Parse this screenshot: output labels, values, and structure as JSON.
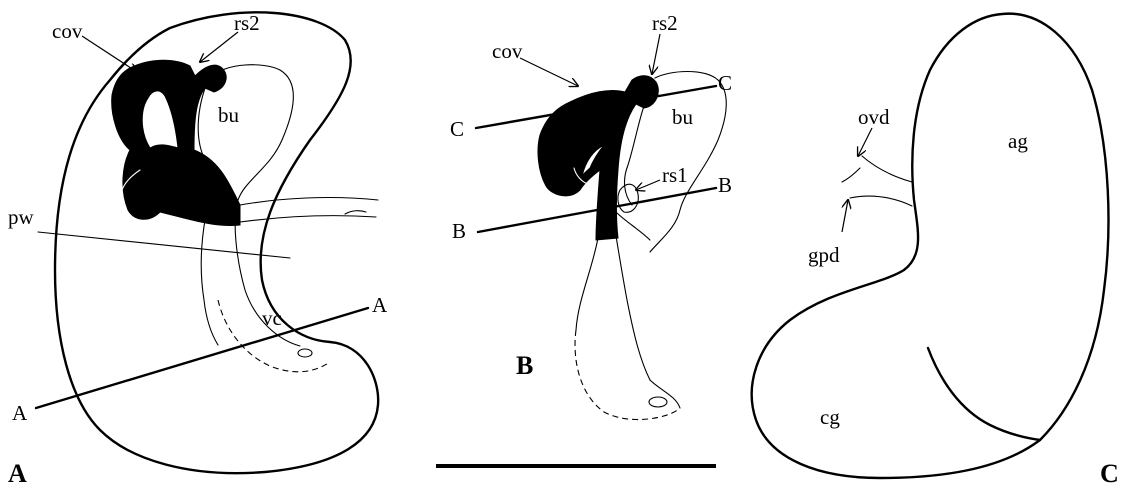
{
  "panels": {
    "a": {
      "panel_label": "A",
      "labels": {
        "cov": "cov",
        "rs2": "rs2",
        "bu": "bu",
        "pw": "pw",
        "vc": "vc",
        "section_start": "A",
        "section_end": "A"
      }
    },
    "b": {
      "panel_label": "B",
      "labels": {
        "cov": "cov",
        "rs2": "rs2",
        "bu": "bu",
        "rs1": "rs1",
        "section_c_start": "C",
        "section_c_end": "C",
        "section_b_start": "B",
        "section_b_end": "B"
      }
    },
    "c": {
      "panel_label": "C",
      "labels": {
        "ovd": "ovd",
        "ag": "ag",
        "gpd": "gpd",
        "cg": "cg"
      }
    }
  },
  "colors": {
    "ink": "#000000",
    "background": "#ffffff"
  }
}
